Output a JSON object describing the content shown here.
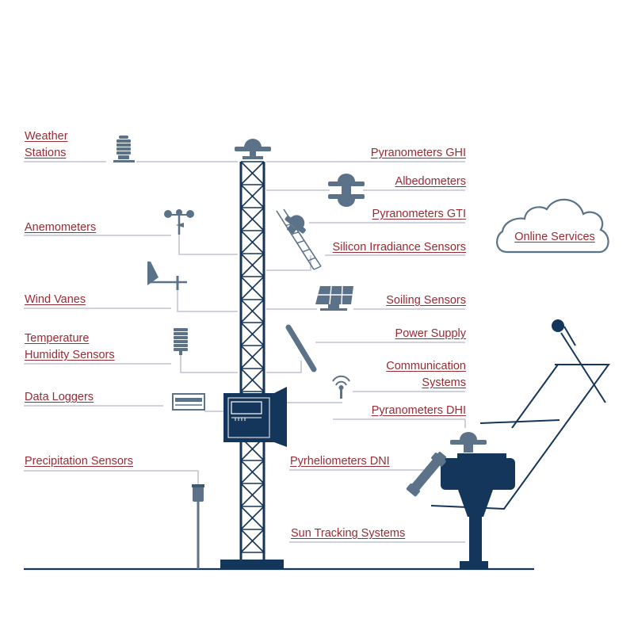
{
  "labels": {
    "weather_stations_1": "Weather",
    "weather_stations_2": "Stations",
    "anemometers": "Anemometers",
    "wind_vanes": "Wind Vanes",
    "temp_humidity_1": "Temperature",
    "temp_humidity_2": "Humidity Sensors",
    "data_loggers": "Data Loggers",
    "precipitation": "Precipitation Sensors",
    "pyranometers_ghi": "Pyranometers GHI",
    "albedometers": "Albedometers",
    "pyranometers_gti": "Pyranometers GTI",
    "silicon_irradiance": "Silicon Irradiance Sensors",
    "soiling": "Soiling Sensors",
    "power_supply": "Power Supply",
    "communication_1": "Communication",
    "communication_2": "Systems",
    "pyranometers_dhi": "Pyranometers DHI",
    "pyrheliometers_dni": "Pyrheliometers DNI",
    "sun_tracking": "Sun Tracking Systems",
    "online_services": "Online Services"
  },
  "colors": {
    "label": "#9b2a33",
    "line": "#bfc3d3",
    "icon": "#5b7289",
    "tower": "#14365a"
  },
  "icons": [
    "weather-station-icon",
    "pyranometer-icon",
    "albedometer-icon",
    "anemometer-icon",
    "wind-vane-icon",
    "silicon-sensor-icon",
    "soiling-panel-icon",
    "power-panel-icon",
    "temp-humidity-shield-icon",
    "communication-antenna-icon",
    "data-logger-icon",
    "logger-cabinet-icon",
    "rain-gauge-icon",
    "sun-tracker-icon",
    "cloud-icon"
  ]
}
